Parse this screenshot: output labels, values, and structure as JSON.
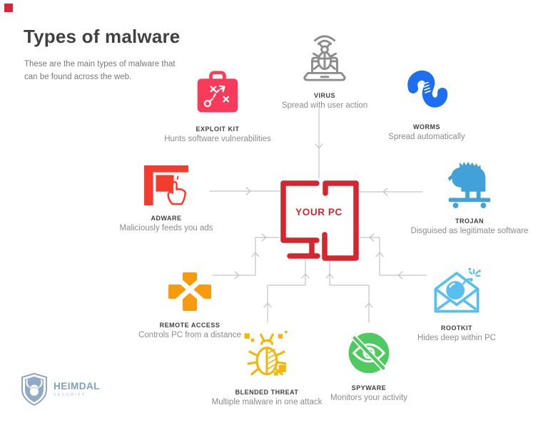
{
  "page": {
    "title": "Types of malware",
    "subtitle": "These are the main types of malware that can be found across the web.",
    "accent_color": "#da2438",
    "connector_color": "#c3c3c3"
  },
  "center": {
    "label": "YOUR PC",
    "color": "#d7252f",
    "icon": "pc-monitor-icon"
  },
  "items": [
    {
      "id": "exploit-kit",
      "label": "EXPLOIT KIT",
      "description": "Hunts software vulnerabilities",
      "color": "#f83a5b",
      "icon": "briefcase-strategy-icon"
    },
    {
      "id": "virus",
      "label": "VIRUS",
      "description": "Spread with user action",
      "color": "#8d8d8d",
      "icon": "laptop-bug-icon"
    },
    {
      "id": "worms",
      "label": "WORMS",
      "description": "Spread automatically",
      "color": "#1e6ef0",
      "icon": "worm-icon"
    },
    {
      "id": "adware",
      "label": "ADWARE",
      "description": "Maliciously feeds you ads",
      "color": "#f23c2d",
      "icon": "ad-banner-cursor-icon"
    },
    {
      "id": "trojan",
      "label": "TROJAN",
      "description": "Disguised as legitimate software",
      "color": "#43a1d9",
      "icon": "trojan-horse-icon"
    },
    {
      "id": "remote-access",
      "label": "REMOTE ACCESS",
      "description": "Controls PC from a distance",
      "color": "#f79a0e",
      "icon": "dpad-cross-icon"
    },
    {
      "id": "rootkit",
      "label": "ROOTKIT",
      "description": "Hides deep within PC",
      "color": "#59bfee",
      "icon": "envelope-bomb-icon"
    },
    {
      "id": "blended-threat",
      "label": "BLENDED THREAT",
      "description": "Multiple malware in one attack",
      "color": "#f3b70c",
      "icon": "bug-pixels-icon"
    },
    {
      "id": "spyware",
      "label": "SPYWARE",
      "description": "Monitors your activity",
      "color": "#4ecb60",
      "icon": "no-spy-eye-icon"
    }
  ],
  "logo": {
    "name": "HEIMDAL",
    "tagline": "SECURITY",
    "color": "#7f9fc0",
    "icon": "viking-shield-icon"
  }
}
